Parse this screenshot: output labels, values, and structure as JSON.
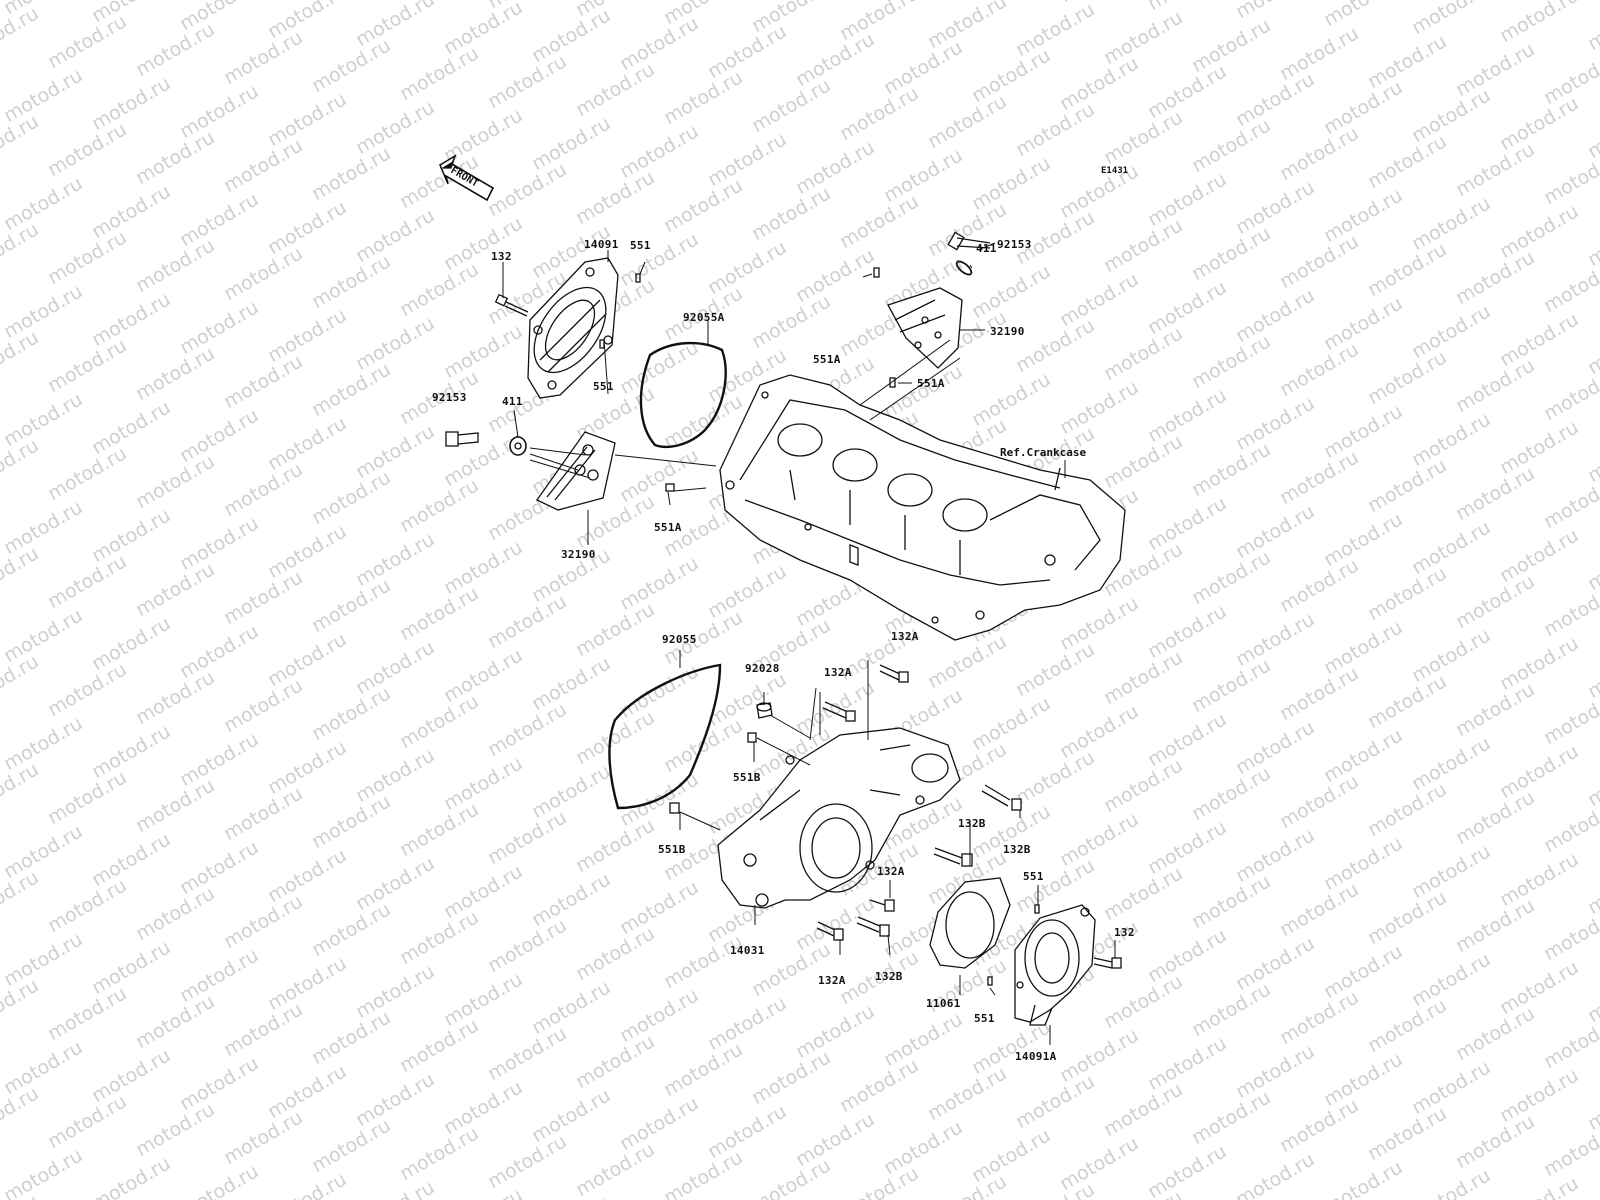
{
  "diagram_code": "E1431",
  "watermark_text": "motod.ru",
  "front_arrow_label": "FRONT",
  "reference_label": "Ref.Crankcase",
  "part_labels": [
    {
      "id": "p1",
      "text": "132"
    },
    {
      "id": "p2",
      "text": "14091"
    },
    {
      "id": "p3",
      "text": "551"
    },
    {
      "id": "p4",
      "text": "92055A"
    },
    {
      "id": "p5",
      "text": "551"
    },
    {
      "id": "p6",
      "text": "92153"
    },
    {
      "id": "p7",
      "text": "411"
    },
    {
      "id": "p8",
      "text": "32190"
    },
    {
      "id": "p9",
      "text": "551A"
    },
    {
      "id": "p10",
      "text": "92153"
    },
    {
      "id": "p11",
      "text": "411"
    },
    {
      "id": "p12",
      "text": "32190"
    },
    {
      "id": "p13",
      "text": "551A"
    },
    {
      "id": "p14",
      "text": "551A"
    },
    {
      "id": "p15",
      "text": "92055"
    },
    {
      "id": "p16",
      "text": "92028"
    },
    {
      "id": "p17",
      "text": "132A"
    },
    {
      "id": "p18",
      "text": "132A"
    },
    {
      "id": "p19",
      "text": "551B"
    },
    {
      "id": "p20",
      "text": "551B"
    },
    {
      "id": "p21",
      "text": "132B"
    },
    {
      "id": "p22",
      "text": "132B"
    },
    {
      "id": "p23",
      "text": "132A"
    },
    {
      "id": "p24",
      "text": "551"
    },
    {
      "id": "p25",
      "text": "132"
    },
    {
      "id": "p26",
      "text": "14031"
    },
    {
      "id": "p27",
      "text": "132A"
    },
    {
      "id": "p28",
      "text": "132B"
    },
    {
      "id": "p29",
      "text": "11061"
    },
    {
      "id": "p30",
      "text": "551"
    },
    {
      "id": "p31",
      "text": "14091A"
    }
  ]
}
